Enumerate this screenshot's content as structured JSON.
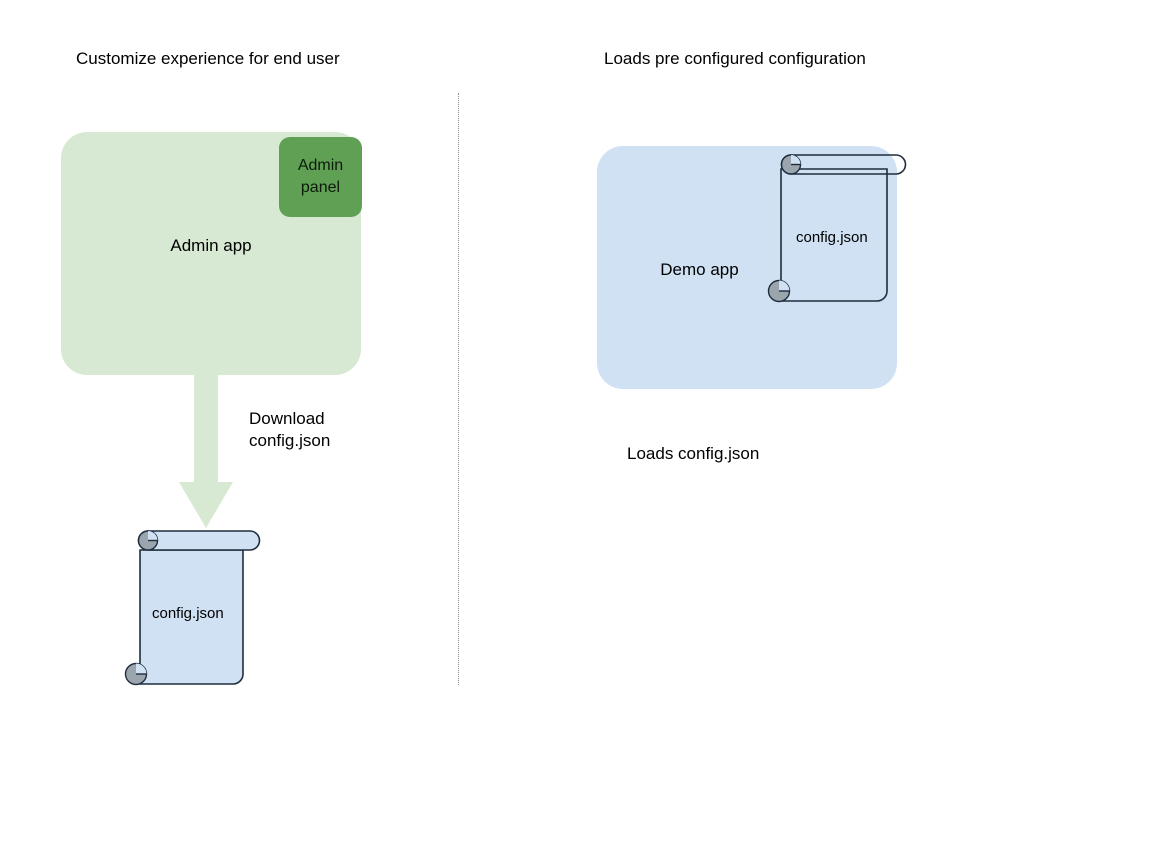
{
  "diagram": {
    "headings": {
      "left": "Customize experience for end user",
      "right": "Loads pre configured configuration"
    },
    "left_column": {
      "app_box": {
        "label": "Admin app",
        "fill": "#d7e9d2",
        "panel": {
          "label_line1": "Admin",
          "label_line2": "panel",
          "fill": "#5fa055"
        }
      },
      "arrow": {
        "direction": "down",
        "fill": "#d7e9d2",
        "label_line1": "Download",
        "label_line2": "config.json"
      },
      "document": {
        "label": "config.json",
        "fill": "#cfe1f3",
        "stroke": "#1f2d3d",
        "curl_fill": "#9aa5ae"
      }
    },
    "right_column": {
      "app_box": {
        "label": "Demo app",
        "fill": "#cfe1f3"
      },
      "document": {
        "label": "config.json",
        "fill": "none",
        "stroke": "#1f2d3d",
        "curl_fill": "#9aa5ae"
      },
      "caption": "Loads config.json"
    },
    "divider": {
      "style": "dotted",
      "color": "#8d8d8d"
    }
  }
}
